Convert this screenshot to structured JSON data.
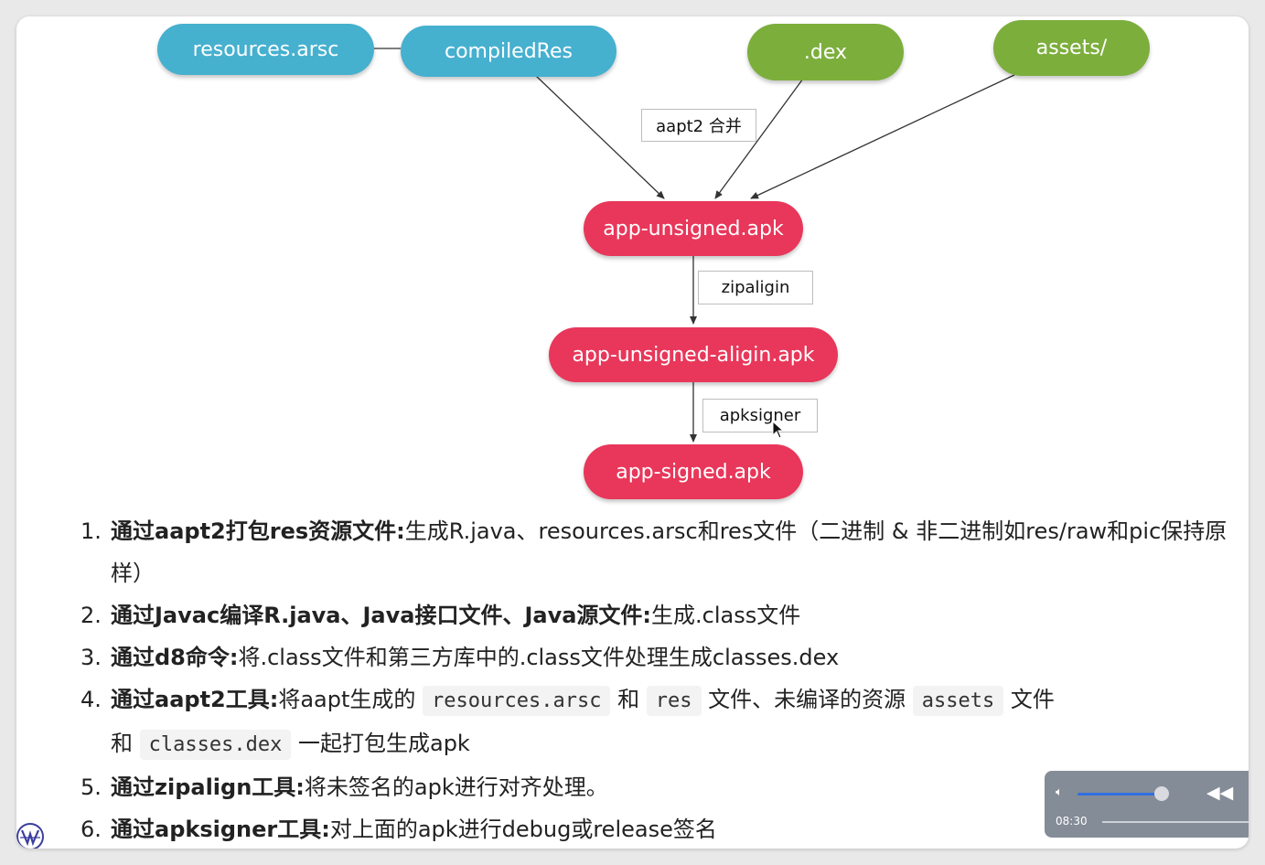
{
  "diagram": {
    "nodes": {
      "resources_arsc": "resources.arsc",
      "compiled_res": "compiledRes",
      "dex": ".dex",
      "assets": "assets/",
      "unsigned": "app-unsigned.apk",
      "unsigned_align": "app-unsigned-aligin.apk",
      "signed": "app-signed.apk"
    },
    "edge_labels": {
      "merge": "aapt2 合并",
      "zipalign": "zipaligin",
      "apksigner": "apksigner"
    },
    "colors": {
      "teal": "#46b0cf",
      "green": "#7cae3c",
      "red": "#e8375a"
    }
  },
  "steps": [
    {
      "num": "1.",
      "bold": "通过aapt2打包res资源文件:",
      "text": "生成R.java、resources.arsc和res文件（二进制 & 非二进制如res/raw和pic保持原样）"
    },
    {
      "num": "2.",
      "bold": "通过Javac编译R.java、Java接口文件、Java源文件:",
      "text": "生成.class文件"
    },
    {
      "num": "3.",
      "bold": "通过d8命令:",
      "text": "将.class文件和第三方库中的.class文件处理生成classes.dex"
    },
    {
      "num": "4.",
      "bold": "通过aapt2工具:",
      "t1": "将aapt生成的",
      "c1": "resources.arsc",
      "t2": "和",
      "c2": "res",
      "t3": "文件、未编译的资源",
      "c3": "assets",
      "t4": "文件",
      "t5": "和",
      "c4": "classes.dex",
      "t6": "一起打包生成apk"
    },
    {
      "num": "5.",
      "bold": "通过zipalign工具:",
      "text": "将未签名的apk进行对齐处理。"
    },
    {
      "num": "6.",
      "bold": "通过apksigner工具:",
      "text": "对上面的apk进行debug或release签名"
    }
  ],
  "player": {
    "time": "08:30",
    "volume": 0.82,
    "icons": [
      "volume-icon",
      "rewind-icon"
    ]
  }
}
